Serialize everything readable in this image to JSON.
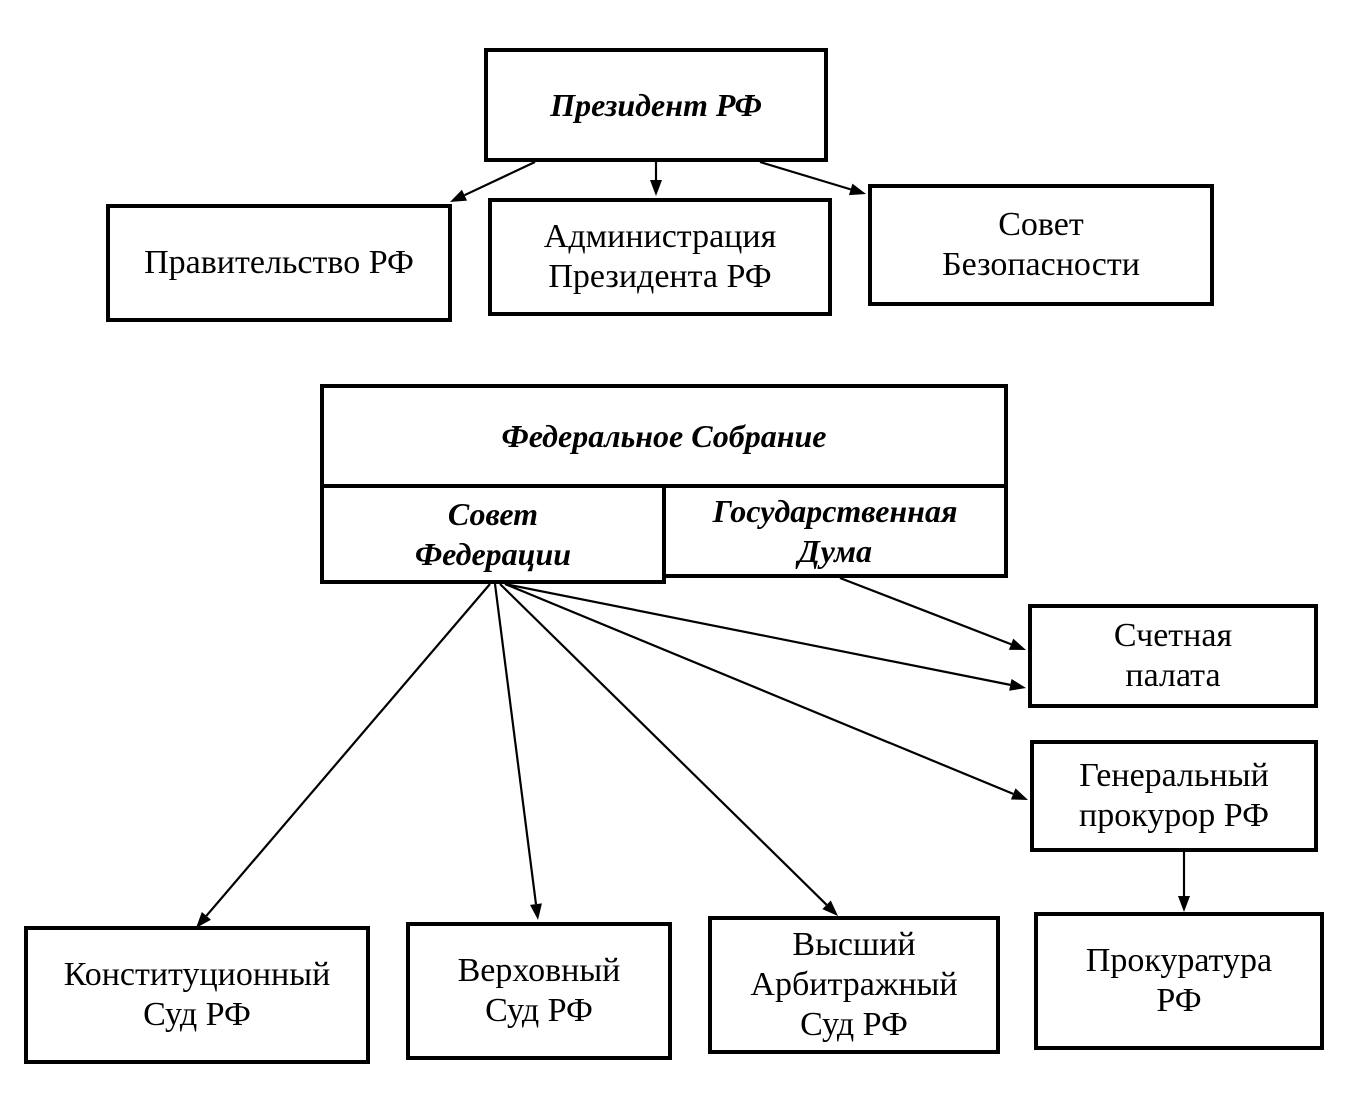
{
  "president": {
    "label": "Президент РФ"
  },
  "government": {
    "label": "Правительство РФ"
  },
  "administration": {
    "lines": [
      "Администрация",
      "Президента РФ"
    ]
  },
  "security_council": {
    "lines": [
      "Совет",
      "Безопасности"
    ]
  },
  "federal_assembly": {
    "label": "Федеральное Собрание",
    "federation_council": {
      "lines": [
        "Совет",
        "Федерации"
      ]
    },
    "state_duma": {
      "lines": [
        "Государственная",
        "Дума"
      ]
    }
  },
  "accounts_chamber": {
    "lines": [
      "Счетная",
      "палата"
    ]
  },
  "prosecutor_general": {
    "lines": [
      "Генеральный",
      "прокурор РФ"
    ]
  },
  "constitutional_court": {
    "lines": [
      "Конституционный",
      "Суд РФ"
    ]
  },
  "supreme_court": {
    "lines": [
      "Верховный",
      "Суд РФ"
    ]
  },
  "arbitration_court": {
    "lines": [
      "Высший",
      "Арбитражный",
      "Суд РФ"
    ]
  },
  "prosecution": {
    "lines": [
      "Прокуратура",
      "РФ"
    ]
  },
  "colors": {
    "stroke": "#000000",
    "background": "#ffffff"
  }
}
